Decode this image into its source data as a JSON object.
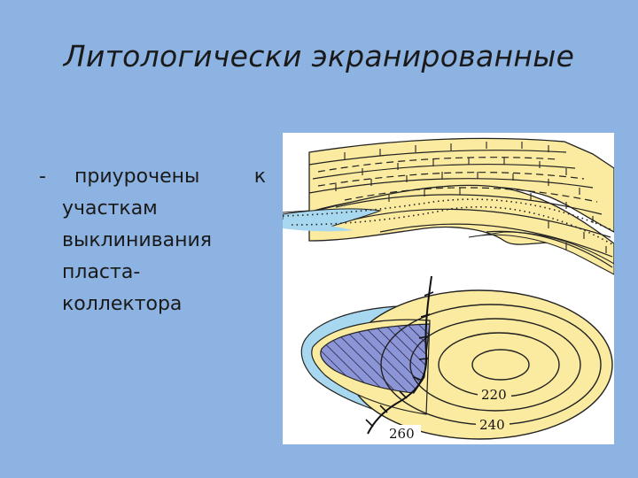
{
  "title": "Литологически экранированные",
  "bullet": {
    "dash": "-",
    "word1": "приурочены",
    "word2": "к",
    "line2": "участкам",
    "line3": "выклинивания",
    "line4": "пласта-",
    "line5": "коллектора"
  },
  "figure": {
    "contour_labels": [
      "220",
      "240",
      "260"
    ],
    "colors": {
      "sandstone": "#fbeba0",
      "water": "#a8d8f0",
      "oil": "#8c95d6",
      "background": "#8db3e2"
    }
  }
}
